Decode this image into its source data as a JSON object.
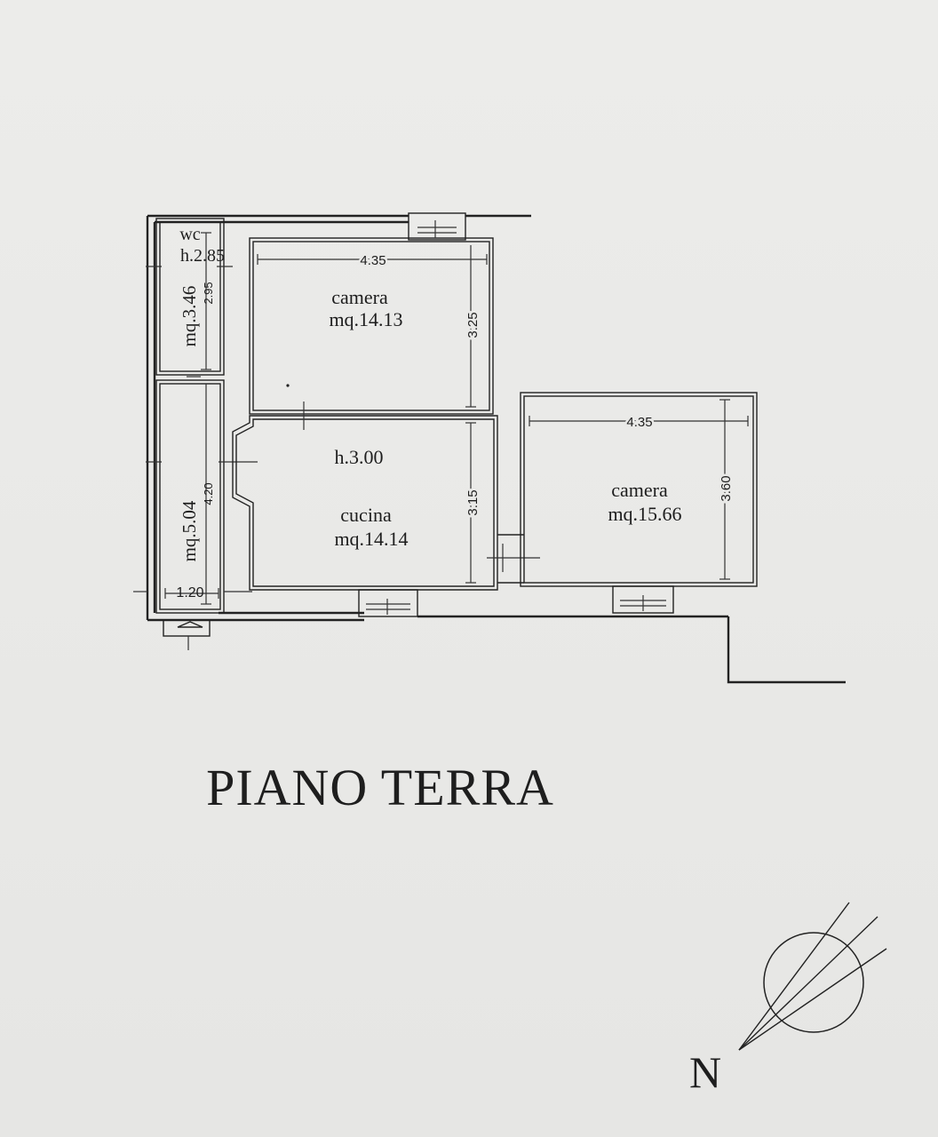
{
  "floor_title": "PIANO TERRA",
  "north_label": "N",
  "rooms": {
    "wc": {
      "name": "wc",
      "height": "h.2.85",
      "area": "mq.3.46",
      "dim_vertical": "2.95"
    },
    "corridor": {
      "area": "mq.5.04",
      "dim_vertical": "4.20",
      "dim_horizontal": "1.20"
    },
    "camera_top": {
      "name": "camera",
      "area": "mq.14.13",
      "dim_width": "4.35",
      "dim_depth": "3.25"
    },
    "cucina": {
      "name": "cucina",
      "height": "h.3.00",
      "area": "mq.14.14",
      "dim_depth": "3.15"
    },
    "camera_right": {
      "name": "camera",
      "area": "mq.15.66",
      "dim_width": "4.35",
      "dim_depth": "3.60"
    }
  }
}
